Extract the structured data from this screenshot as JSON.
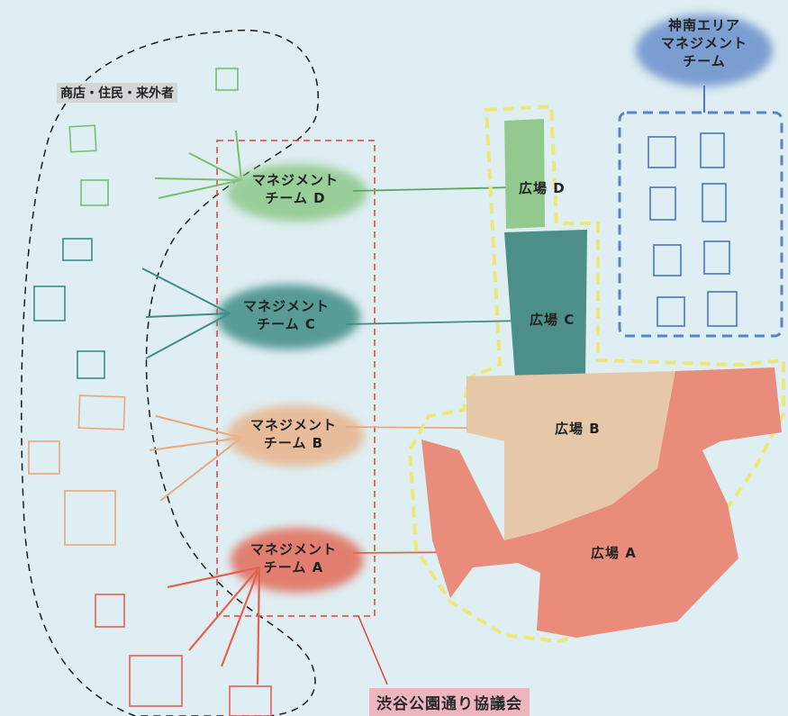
{
  "stakeholders_label": "商店・住民・来外者",
  "council_label": "渋谷公園通り協議会",
  "jingu_team": {
    "line1": "神南エリア",
    "line2": "マネジメント",
    "line3": "チーム"
  },
  "teams": [
    {
      "id": "D",
      "line1": "マネジメント",
      "line2": "チーム D",
      "color": "#8cc98a"
    },
    {
      "id": "C",
      "line1": "マネジメント",
      "line2": "チーム C",
      "color": "#3f8c86"
    },
    {
      "id": "B",
      "line1": "マネジメント",
      "line2": "チーム B",
      "color": "#e8b48c"
    },
    {
      "id": "A",
      "line1": "マネジメント",
      "line2": "チーム A",
      "color": "#e2634f"
    }
  ],
  "plazas": [
    {
      "id": "D",
      "label": "広場 D",
      "color": "#93c98f"
    },
    {
      "id": "C",
      "label": "広場 C",
      "color": "#4c8e88"
    },
    {
      "id": "B",
      "label": "広場 B",
      "color": "#e6c7a8"
    },
    {
      "id": "A",
      "label": "広場 A",
      "color": "#e98c7c"
    }
  ]
}
